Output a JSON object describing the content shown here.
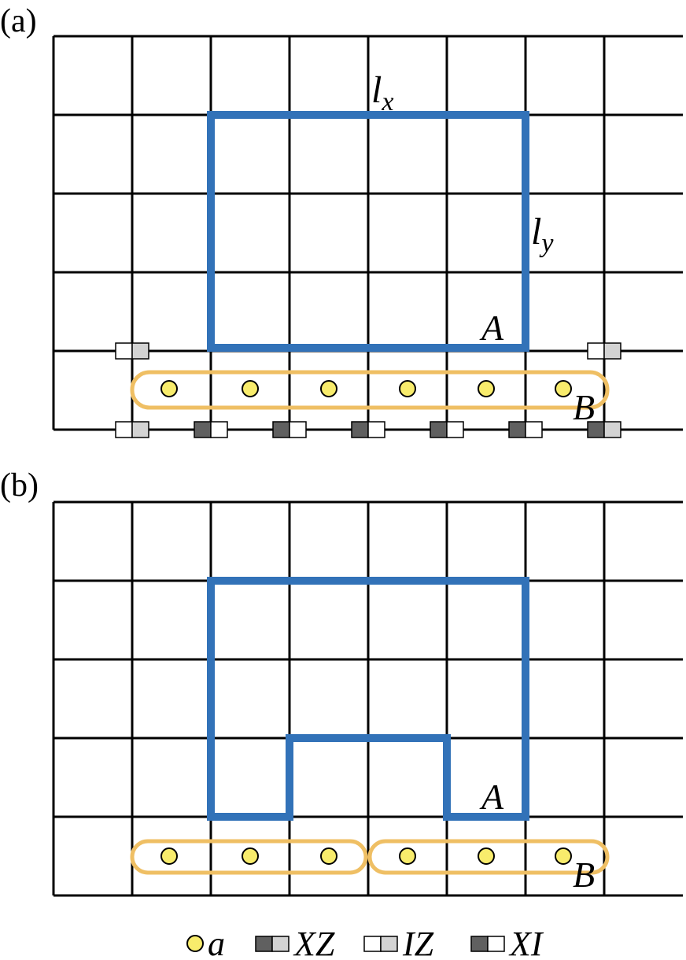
{
  "panels": [
    {
      "label": "(a)",
      "grid": {
        "columns": 8,
        "rows": 5
      },
      "loop_A_label": "A",
      "chain_B_label": "B",
      "edge_labels": {
        "top": "l",
        "top_sub": "x",
        "right": "l",
        "right_sub": "y"
      },
      "qubit_count": 6,
      "chains": 1,
      "top_row_pairs": [
        "IZ",
        "IZ"
      ],
      "bottom_row_pairs": [
        "IZ",
        "XI",
        "XI",
        "XI",
        "XI",
        "XI",
        "XZ"
      ]
    },
    {
      "label": "(b)",
      "grid": {
        "columns": 8,
        "rows": 5
      },
      "loop_A_label": "A",
      "chain_B_label": "B",
      "qubit_count": 6,
      "chains": 2
    }
  ],
  "legend": {
    "qubit_label": "a",
    "xz_label": "XZ",
    "iz_label": "IZ",
    "xi_label": "XI"
  },
  "colors": {
    "loop": "#3272b8",
    "chain_outline": "#efbf64",
    "qubit_fill": "#f8ec6c",
    "dark_square": "#606060",
    "light_square": "#d3d3d3",
    "grid": "#000000"
  }
}
